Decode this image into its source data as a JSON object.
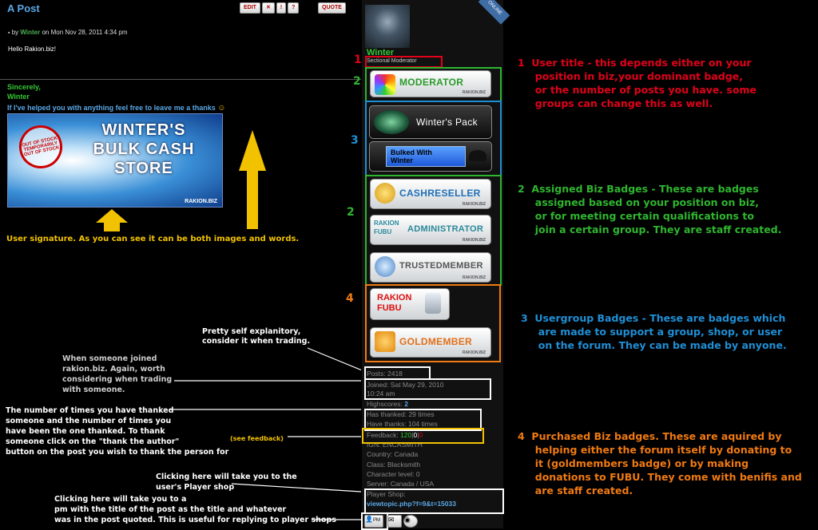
{
  "post": {
    "title": "A Post",
    "toolbar": {
      "edit": "EDIT",
      "x": "✕",
      "report": "!",
      "info": "?",
      "quote": "QUOTE"
    },
    "by": "by",
    "author": "Winter",
    "date": "on Mon Nov 28, 2011 4:34 pm",
    "body": "Hello Rakion.biz!",
    "sincerely": "Sincerely,",
    "sign_name": "Winter",
    "help": "If I've helped you with anything feel free to leave me a thanks",
    "banner": {
      "line1": "WINTER'S",
      "line2": "BULK CASH",
      "line3": "STORE",
      "stamp": "OUT OF STOCK TEMPORARILY OUT OF STOCK",
      "corner": "RAKION.BIZ"
    }
  },
  "captions": {
    "signature": "User signature. As you can see it can be both images and words.",
    "self_explanatory": "Pretty self explanitory,\nconsider it when trading.",
    "joined_note": "When someone joined\nrakion.biz. Again, worth\nconsidering when trading\nwith someone.",
    "thanks_note": "The number of times you have thanked\nsomeone and the number of times you\nhave been the one thanked. To thank\nsomeone click on the \"thank the author\"\nbutton on the post you wish to thank the person for",
    "see_feedback": "(see feedback)",
    "shop_note": "Clicking here will take you to the\nuser's Player shop",
    "pm_note": "Clicking here will take you to a\npm with the title of the post as the title and whatever\nwas in the post quoted. This is useful for replying to player shops"
  },
  "profile": {
    "online": "ONLINE",
    "name": "Winter",
    "title": "Sectional Moderator",
    "badges": {
      "moderator": "MODERATOR",
      "pack": "Winter's Pack",
      "bulked": "Bulked With\nWinter",
      "cashreseller": "CASHRESELLER",
      "fubu_admin": "ADMINISTRATOR",
      "fubu_small": "RAKION\nFUBU",
      "trusted": "TRUSTEDMEMBER",
      "fubu": "RAKION\nFUBU",
      "gold": "GOLDMEMBER",
      "sub": "RAKION.BIZ"
    },
    "posts_label": "Posts:",
    "posts": "2418",
    "joined_label": "Joined:",
    "joined": "Sat May 29, 2010\n10:24 am",
    "highscores_label": "Highscores:",
    "highscores": "2",
    "thanked": "Has thanked: 29 times",
    "been_thanked": "Have thanks: 104 times",
    "feedback_label": "Feedback:",
    "feedback_pos": "120",
    "feedback_neu": "0",
    "feedback_neg": "0",
    "ign": "IGN: ENCASMITH",
    "country": "Country: Canada",
    "class": "Class: Blacksmith",
    "charlevel": "Character level: 0",
    "server": "Server: Canada / USA",
    "shop_label": "Player Shop:",
    "shop_link": "viewtopic.php?f=9&t=15033",
    "pm": "PM"
  },
  "numbers": {
    "n1": "1",
    "n2a": "2",
    "n3": "3",
    "n2b": "2",
    "n4": "4"
  },
  "legend": {
    "l1": "1  User title - this depends either on your\n     position in biz,your dominant badge,\n     or the number of posts you have. some\n     groups can change this as well.",
    "l2": "2  Assigned Biz Badges - These are badges\n     assigned based on your position on biz,\n     or for meeting certain qualifications to\n     join a certain group. They are staff created.",
    "l3": "3  Usergroup Badges - These are badges which\n     are made to support a group, shop, or user\n     on the forum. They can be made by anyone.",
    "l4": "4  Purchased Biz badges. These are aquired by\n     helping either the forum itself by donating to\n     it (goldmembers badge) or by making\n     donations to FUBU. They come with benifis and\n     are staff created."
  },
  "colors": {
    "red": "#e0001a",
    "green": "#2fb52f",
    "blue": "#1f8fd6",
    "orange": "#f07a12",
    "yellow": "#f2c200"
  }
}
